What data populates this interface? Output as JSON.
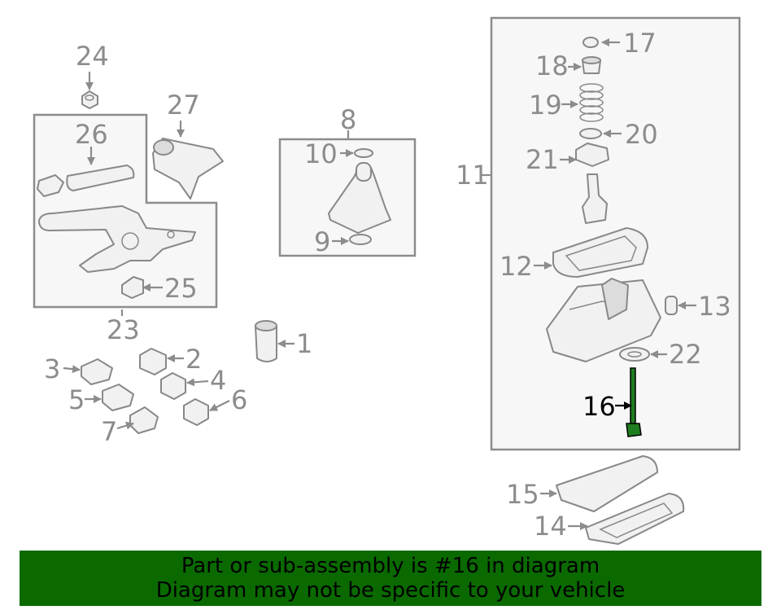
{
  "labels": {
    "l1": "1",
    "l2": "2",
    "l3": "3",
    "l4": "4",
    "l5": "5",
    "l6": "6",
    "l7": "7",
    "l8": "8",
    "l9": "9",
    "l10": "10",
    "l11": "11",
    "l12": "12",
    "l13": "13",
    "l14": "14",
    "l15": "15",
    "l16": "16",
    "l17": "17",
    "l18": "18",
    "l19": "19",
    "l20": "20",
    "l21": "21",
    "l22": "22",
    "l23": "23",
    "l24": "24",
    "l25": "25",
    "l26": "26",
    "l27": "27"
  },
  "highlight": {
    "part": "16",
    "color": "#1e7d1e"
  },
  "banner": {
    "line1": "Part or sub-assembly is #16 in diagram",
    "line2": "Diagram may not be specific to your vehicle",
    "background": "#0a6a00"
  }
}
